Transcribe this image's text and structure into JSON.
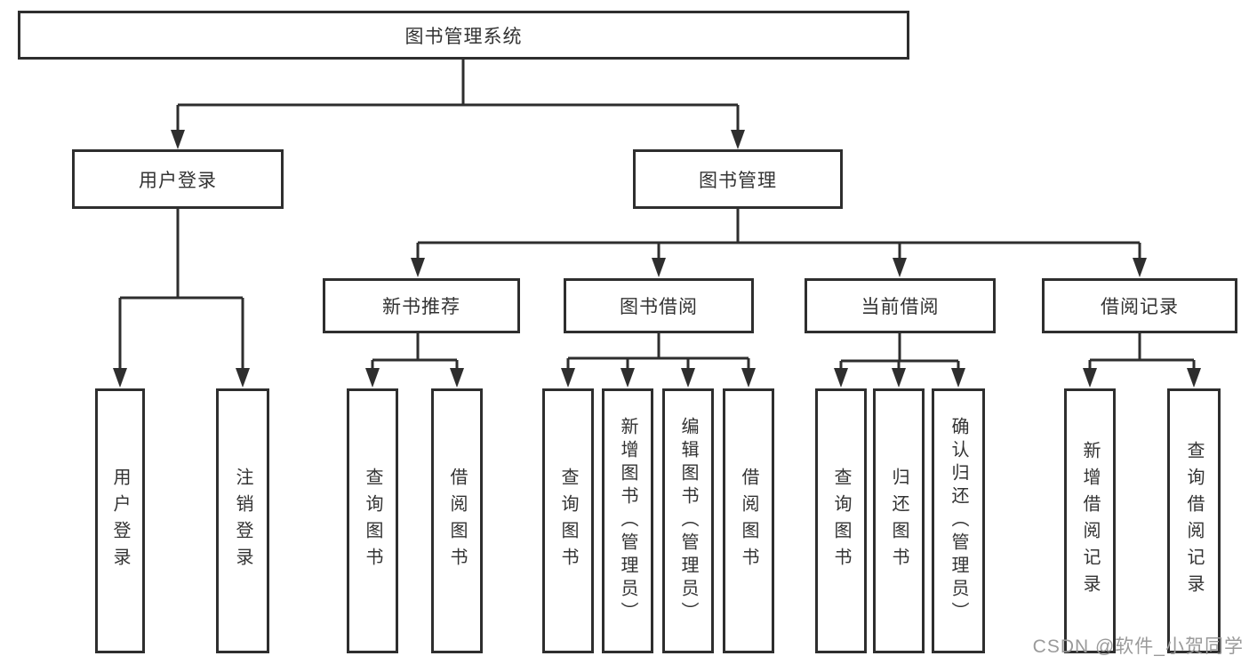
{
  "watermark": "CSDN @软件_小贺同学",
  "colors": {
    "line": "#2e2e2e",
    "text": "#333333",
    "background": "#ffffff",
    "watermark": "#9a9a9a"
  },
  "tree": {
    "root": {
      "label": "图书管理系统",
      "children": [
        {
          "label": "用户登录",
          "children": [
            {
              "label": "用户登录"
            },
            {
              "label": "注销登录"
            }
          ]
        },
        {
          "label": "图书管理",
          "children": [
            {
              "label": "新书推荐",
              "children": [
                {
                  "label": "查询图书"
                },
                {
                  "label": "借阅图书"
                }
              ]
            },
            {
              "label": "图书借阅",
              "children": [
                {
                  "label": "查询图书"
                },
                {
                  "label": "新增图书（管理员）"
                },
                {
                  "label": "编辑图书（管理员）"
                },
                {
                  "label": "借阅图书"
                }
              ]
            },
            {
              "label": "当前借阅",
              "children": [
                {
                  "label": "查询图书"
                },
                {
                  "label": "归还图书"
                },
                {
                  "label": "确认归还（管理员）"
                }
              ]
            },
            {
              "label": "借阅记录",
              "children": [
                {
                  "label": "新增借阅记录"
                },
                {
                  "label": "查询借阅记录"
                }
              ]
            }
          ]
        }
      ]
    }
  }
}
